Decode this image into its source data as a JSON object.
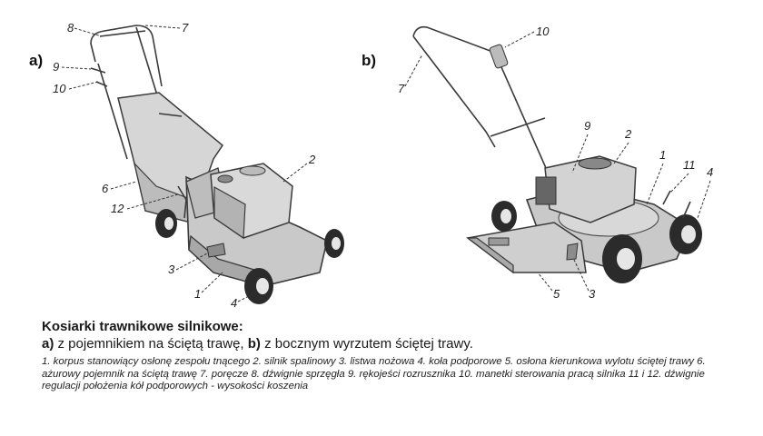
{
  "panels": {
    "a": {
      "label": "a)"
    },
    "b": {
      "label": "b)"
    }
  },
  "part_labels_a": [
    "8",
    "7",
    "9",
    "10",
    "2",
    "6",
    "12",
    "3",
    "1",
    "4"
  ],
  "part_labels_b": [
    "10",
    "7",
    "9",
    "2",
    "1",
    "11",
    "4",
    "5",
    "3"
  ],
  "caption": {
    "title": "Kosiarki trawnikowe silnikowe:",
    "sub_a_letter": "a)",
    "sub_a_text": " z pojemnikiem na ściętą trawę, ",
    "sub_b_letter": "b)",
    "sub_b_text": " z bocznym wyrzutem ściętej trawy.",
    "legend": "1. korpus stanowiący osłonę zespołu tnącego   2. silnik spalinowy   3. listwa nożowa   4. koła podporowe   5. osłona kierunkowa wylotu ściętej trawy   6. ażurowy pojemnik na ściętą trawę   7. poręcze   8. dźwignie sprzęgła   9. rękojeści rozrusznika   10. manetki sterowania pracą silnika   11 i 12. dźwignie regulacji położenia kół podporowych - wysokości koszenia"
  },
  "colors": {
    "body": "#c9c9c9",
    "body_dark": "#a8a8a8",
    "tire": "#2b2b2b",
    "hub": "#e6e6e6"
  }
}
